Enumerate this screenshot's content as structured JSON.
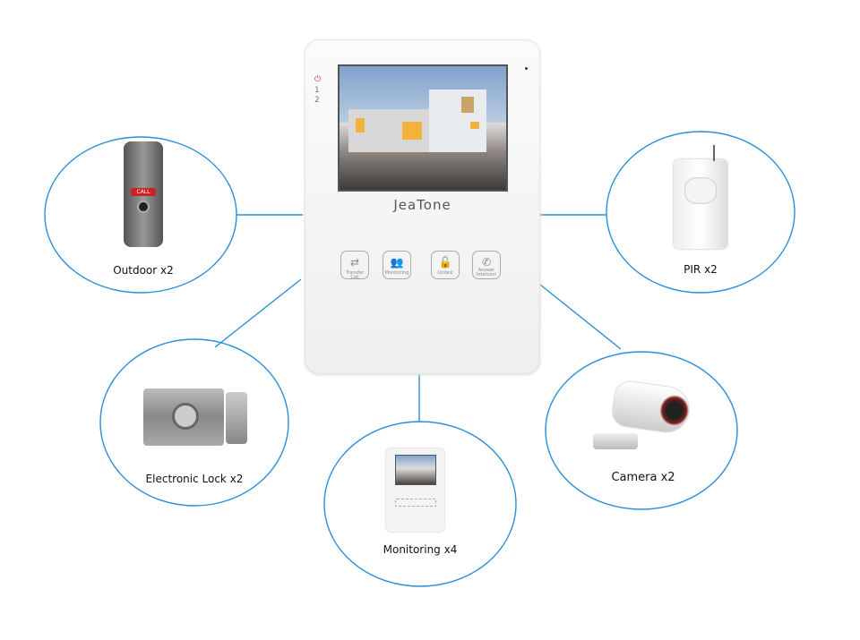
{
  "monitor": {
    "brand": "JeaTone",
    "indicators": [
      "⏻",
      "1",
      "2"
    ],
    "buttons": [
      {
        "label": "Transfer Call",
        "icon": "⇄"
      },
      {
        "label": "Monitoring",
        "icon": "👥"
      },
      {
        "label": "Unlock",
        "icon": "🔓"
      },
      {
        "label": "Answer Intercom",
        "icon": "✆"
      }
    ]
  },
  "nodes": {
    "outdoor": "Outdoor x2",
    "pir": "PIR x2",
    "lock": "Electronic Lock x2",
    "monitoring": "Monitoring x4",
    "camera": "Camera x2",
    "call_label": "CALL"
  },
  "colors": {
    "ring": "#2a8fd8"
  }
}
